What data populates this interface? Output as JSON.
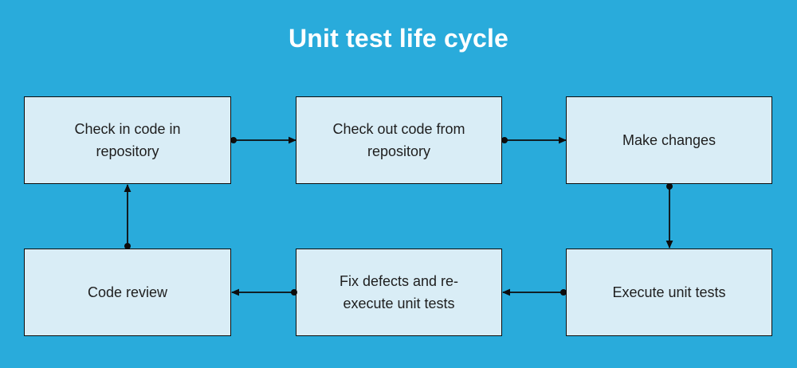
{
  "title": "Unit test life cycle",
  "colors": {
    "background": "#29ABDB",
    "node_fill": "#D9EDF6",
    "node_border": "#0D0D0D",
    "node_text": "#1E1E1E",
    "title_text": "#FFFFFF",
    "connector": "#0D0D0D"
  },
  "diagram": {
    "type": "flowchart-cycle",
    "nodes": [
      {
        "id": "check-in",
        "label": "Check in code in\nrepository",
        "row": "top",
        "col": 1
      },
      {
        "id": "check-out",
        "label": "Check out code from\nrepository",
        "row": "top",
        "col": 2
      },
      {
        "id": "make-changes",
        "label": "Make changes",
        "row": "top",
        "col": 3
      },
      {
        "id": "code-review",
        "label": "Code review",
        "row": "bottom",
        "col": 1
      },
      {
        "id": "fix-defects",
        "label": "Fix defects and re-\nexecute unit tests",
        "row": "bottom",
        "col": 2
      },
      {
        "id": "execute-tests",
        "label": "Execute unit tests",
        "row": "bottom",
        "col": 3
      }
    ],
    "edges": [
      {
        "from": "check-in",
        "to": "check-out"
      },
      {
        "from": "check-out",
        "to": "make-changes"
      },
      {
        "from": "make-changes",
        "to": "execute-tests"
      },
      {
        "from": "execute-tests",
        "to": "fix-defects"
      },
      {
        "from": "fix-defects",
        "to": "code-review"
      },
      {
        "from": "code-review",
        "to": "check-in"
      }
    ]
  }
}
